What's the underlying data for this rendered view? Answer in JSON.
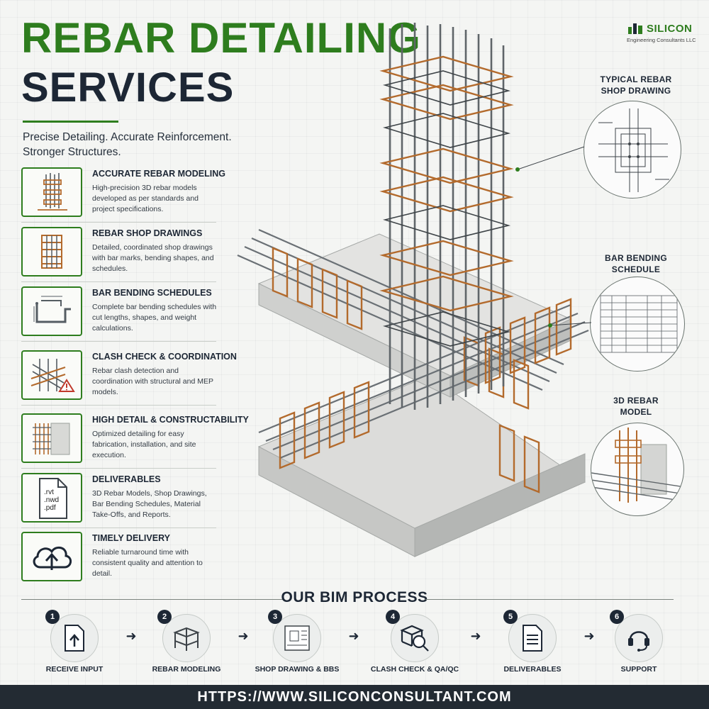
{
  "brand": {
    "name": "SILICON",
    "subtitle": "Engineering Consultants LLC",
    "accent_color": "#2e7d1e",
    "dark_color": "#1d2735",
    "rebar_color": "#b36a2c"
  },
  "header": {
    "title_line1": "REBAR DETAILING",
    "title_line2": "SERVICES",
    "tagline": "Precise Detailing. Accurate Reinforcement. Stronger Structures."
  },
  "features": [
    {
      "title": "ACCURATE REBAR MODELING",
      "description": "High-precision 3D rebar models developed as per standards and project specifications.",
      "icon": "rebar-cage-icon"
    },
    {
      "title": "REBAR SHOP DRAWINGS",
      "description": "Detailed, coordinated shop drawings with bar marks, bending shapes, and schedules.",
      "icon": "rebar-column-icon"
    },
    {
      "title": "BAR BENDING SCHEDULES",
      "description": "Complete bar bending schedules with cut lengths, shapes, and weight calculations.",
      "icon": "bent-bar-icon"
    },
    {
      "title": "CLASH CHECK & COORDINATION",
      "description": "Rebar clash detection and coordination with structural and MEP models.",
      "icon": "clash-warning-icon"
    },
    {
      "title": "HIGH DETAIL & CONSTRUCTABILITY",
      "description": "Optimized detailing for easy fabrication, installation, and site execution.",
      "icon": "wall-rebar-icon"
    },
    {
      "title": "DELIVERABLES",
      "description": "3D Rebar Models, Shop Drawings, Bar Bending Schedules, Material Take-Offs, and Reports.",
      "icon": "file-icon",
      "file_types": [
        ".rvt",
        ".nwd",
        ".pdf"
      ]
    },
    {
      "title": "TIMELY DELIVERY",
      "description": "Reliable turnaround time with consistent quality and attention to detail.",
      "icon": "cloud-upload-icon"
    }
  ],
  "callouts": [
    {
      "label": "TYPICAL REBAR SHOP DRAWING"
    },
    {
      "label": "BAR BENDING SCHEDULE"
    },
    {
      "label": "3D REBAR MODEL"
    }
  ],
  "process": {
    "title": "OUR BIM PROCESS",
    "steps": [
      {
        "number": "1",
        "label": "RECEIVE INPUT",
        "icon": "upload-document-icon"
      },
      {
        "number": "2",
        "label": "REBAR MODELING",
        "icon": "structure-frame-icon"
      },
      {
        "number": "3",
        "label": "SHOP DRAWING & BBS",
        "icon": "drawing-sheet-icon"
      },
      {
        "number": "4",
        "label": "CLASH CHECK & QA/QC",
        "icon": "inspect-box-icon"
      },
      {
        "number": "5",
        "label": "DELIVERABLES",
        "icon": "document-list-icon"
      },
      {
        "number": "6",
        "label": "SUPPORT",
        "icon": "headset-icon"
      }
    ]
  },
  "footer": {
    "url": "HTTPS://WWW.SILICONCONSULTANT.COM"
  }
}
